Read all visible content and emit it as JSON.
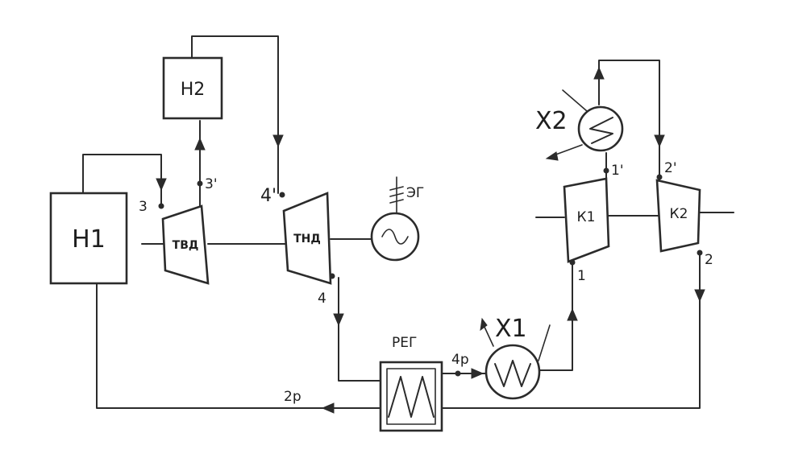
{
  "components": {
    "h1": "Н1",
    "h2": "Н2",
    "tvd": "ТВД",
    "tnd": "ТНД",
    "eg": "ЭГ",
    "reg": "РЕГ",
    "x1": "Х1",
    "x2": "Х2",
    "k1": "К1",
    "k2": "К2"
  },
  "points": {
    "p3": "3",
    "p3prime": "3'",
    "p4prime": "4'",
    "p4": "4",
    "p4p": "4р",
    "p2p": "2р",
    "p1": "1",
    "p1prime": "1'",
    "p2prime": "2'",
    "p2": "2"
  }
}
